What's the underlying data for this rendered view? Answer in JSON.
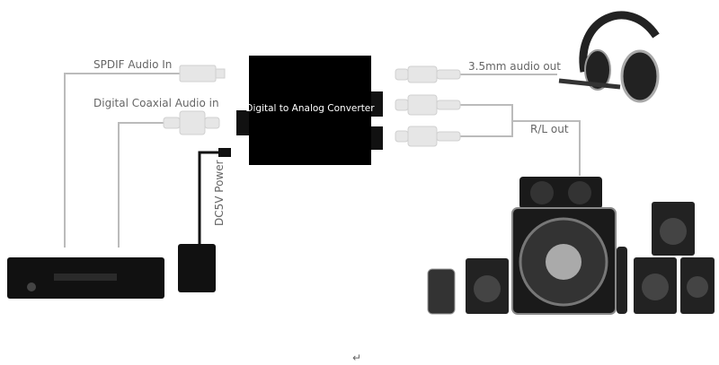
{
  "labels": {
    "spdif_in": "SPDIF Audio In",
    "coaxial_in": "Digital Coaxial Audio in",
    "dc_power": "DC5V Power",
    "converter": "Digital to Analog Converter",
    "headphone_out": "3.5mm audio out",
    "rl_out": "R/L out",
    "return_mark": "↵"
  },
  "colors": {
    "device": "#000000",
    "wire": "#bbbbbb",
    "label": "#666666"
  }
}
